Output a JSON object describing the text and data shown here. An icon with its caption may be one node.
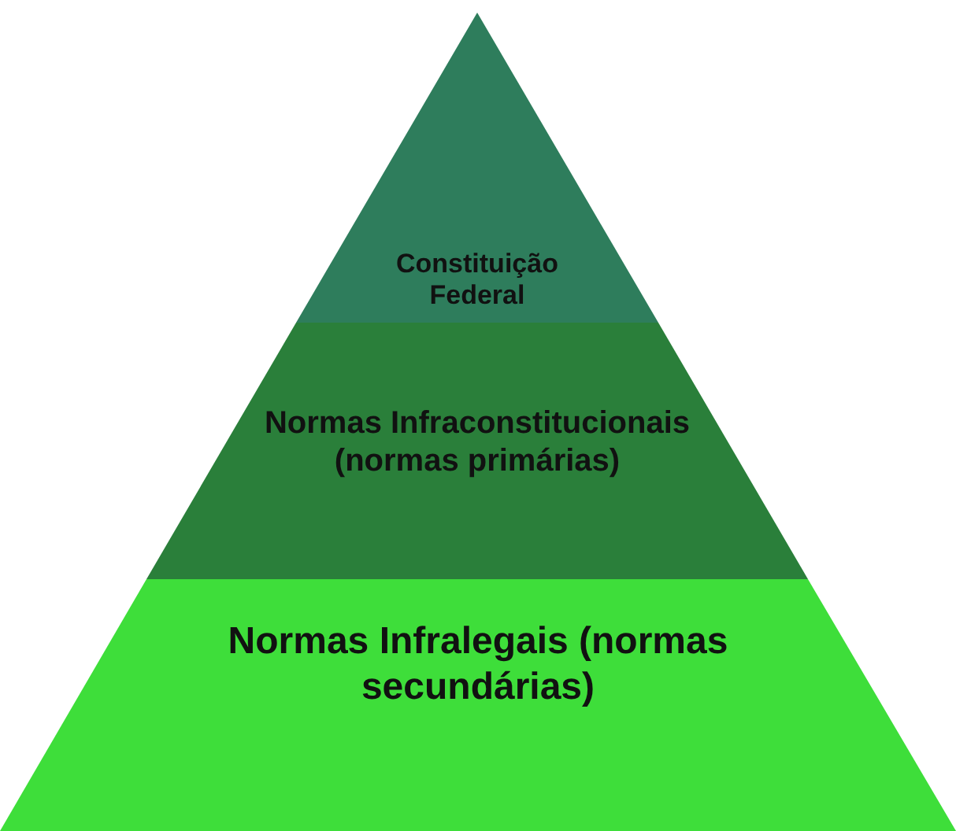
{
  "diagram": {
    "nodes": [
      {
        "text": [
          "Constituição Federal"
        ]
      },
      {
        "text": [
          "Normas Infraconstitucionais (normas primárias)"
        ]
      },
      {
        "text": [
          "Normas Infralegais (normas secundárias)"
        ]
      }
    ]
  }
}
